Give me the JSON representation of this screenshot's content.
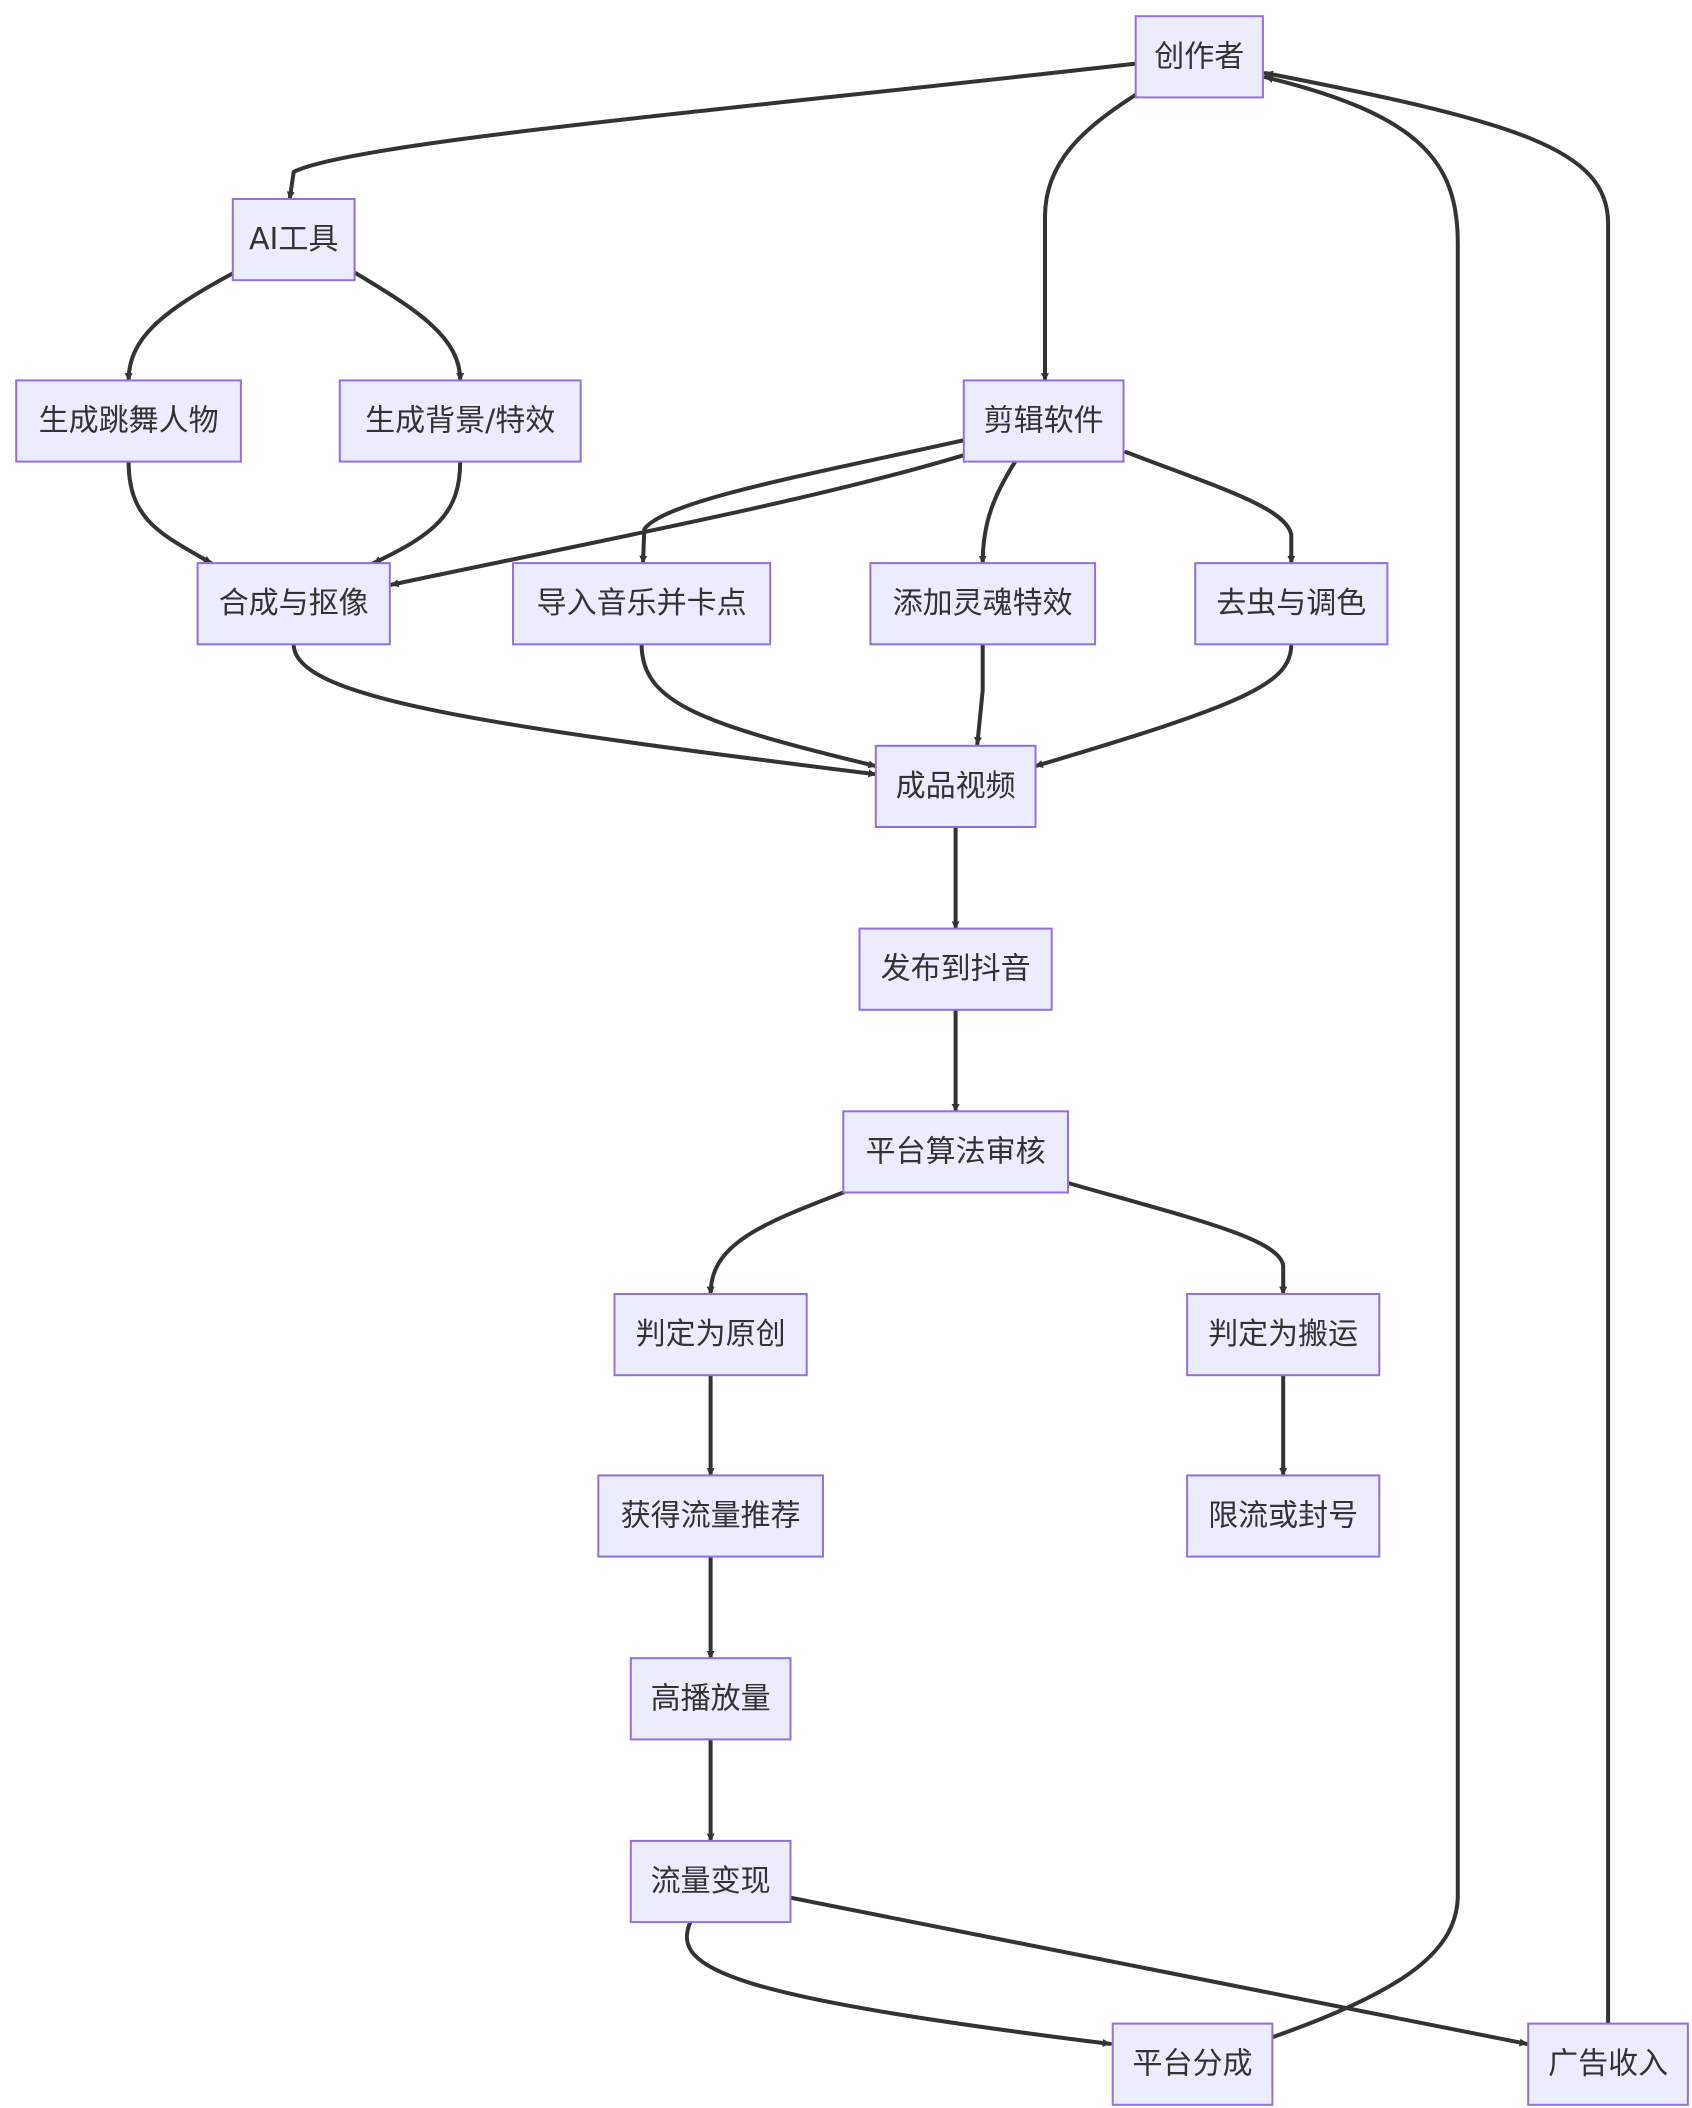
{
  "diagram": {
    "type": "flowchart",
    "colors": {
      "node_fill": "#ECECFF",
      "node_border": "#9370DB",
      "edge": "#333333",
      "text": "#333333",
      "background": "#FFFFFF"
    },
    "nodes": [
      {
        "id": "creator",
        "label": "创作者"
      },
      {
        "id": "ai_tool",
        "label": "AI工具"
      },
      {
        "id": "gen_dancer",
        "label": "生成跳舞人物"
      },
      {
        "id": "gen_bg",
        "label": "生成背景/特效"
      },
      {
        "id": "editor",
        "label": "剪辑软件"
      },
      {
        "id": "composite",
        "label": "合成与抠像"
      },
      {
        "id": "music",
        "label": "导入音乐并卡点"
      },
      {
        "id": "soul_fx",
        "label": "添加灵魂特效"
      },
      {
        "id": "debug_color",
        "label": "去虫与调色"
      },
      {
        "id": "final_video",
        "label": "成品视频"
      },
      {
        "id": "publish",
        "label": "发布到抖音"
      },
      {
        "id": "review",
        "label": "平台算法审核"
      },
      {
        "id": "original",
        "label": "判定为原创"
      },
      {
        "id": "copied",
        "label": "判定为搬运"
      },
      {
        "id": "traffic",
        "label": "获得流量推荐"
      },
      {
        "id": "limit",
        "label": "限流或封号"
      },
      {
        "id": "high_views",
        "label": "高播放量"
      },
      {
        "id": "monetize",
        "label": "流量变现"
      },
      {
        "id": "revenue_share",
        "label": "平台分成"
      },
      {
        "id": "ad_income",
        "label": "广告收入"
      }
    ],
    "edges": [
      {
        "from": "creator",
        "to": "ai_tool"
      },
      {
        "from": "creator",
        "to": "editor"
      },
      {
        "from": "ai_tool",
        "to": "gen_dancer"
      },
      {
        "from": "ai_tool",
        "to": "gen_bg"
      },
      {
        "from": "gen_dancer",
        "to": "composite"
      },
      {
        "from": "gen_bg",
        "to": "composite"
      },
      {
        "from": "editor",
        "to": "composite"
      },
      {
        "from": "editor",
        "to": "music"
      },
      {
        "from": "editor",
        "to": "soul_fx"
      },
      {
        "from": "editor",
        "to": "debug_color"
      },
      {
        "from": "composite",
        "to": "final_video"
      },
      {
        "from": "music",
        "to": "final_video"
      },
      {
        "from": "soul_fx",
        "to": "final_video"
      },
      {
        "from": "debug_color",
        "to": "final_video"
      },
      {
        "from": "final_video",
        "to": "publish"
      },
      {
        "from": "publish",
        "to": "review"
      },
      {
        "from": "review",
        "to": "original"
      },
      {
        "from": "review",
        "to": "copied"
      },
      {
        "from": "original",
        "to": "traffic"
      },
      {
        "from": "copied",
        "to": "limit"
      },
      {
        "from": "traffic",
        "to": "high_views"
      },
      {
        "from": "high_views",
        "to": "monetize"
      },
      {
        "from": "monetize",
        "to": "revenue_share"
      },
      {
        "from": "monetize",
        "to": "ad_income"
      },
      {
        "from": "revenue_share",
        "to": "creator"
      },
      {
        "from": "ad_income",
        "to": "creator"
      }
    ]
  }
}
